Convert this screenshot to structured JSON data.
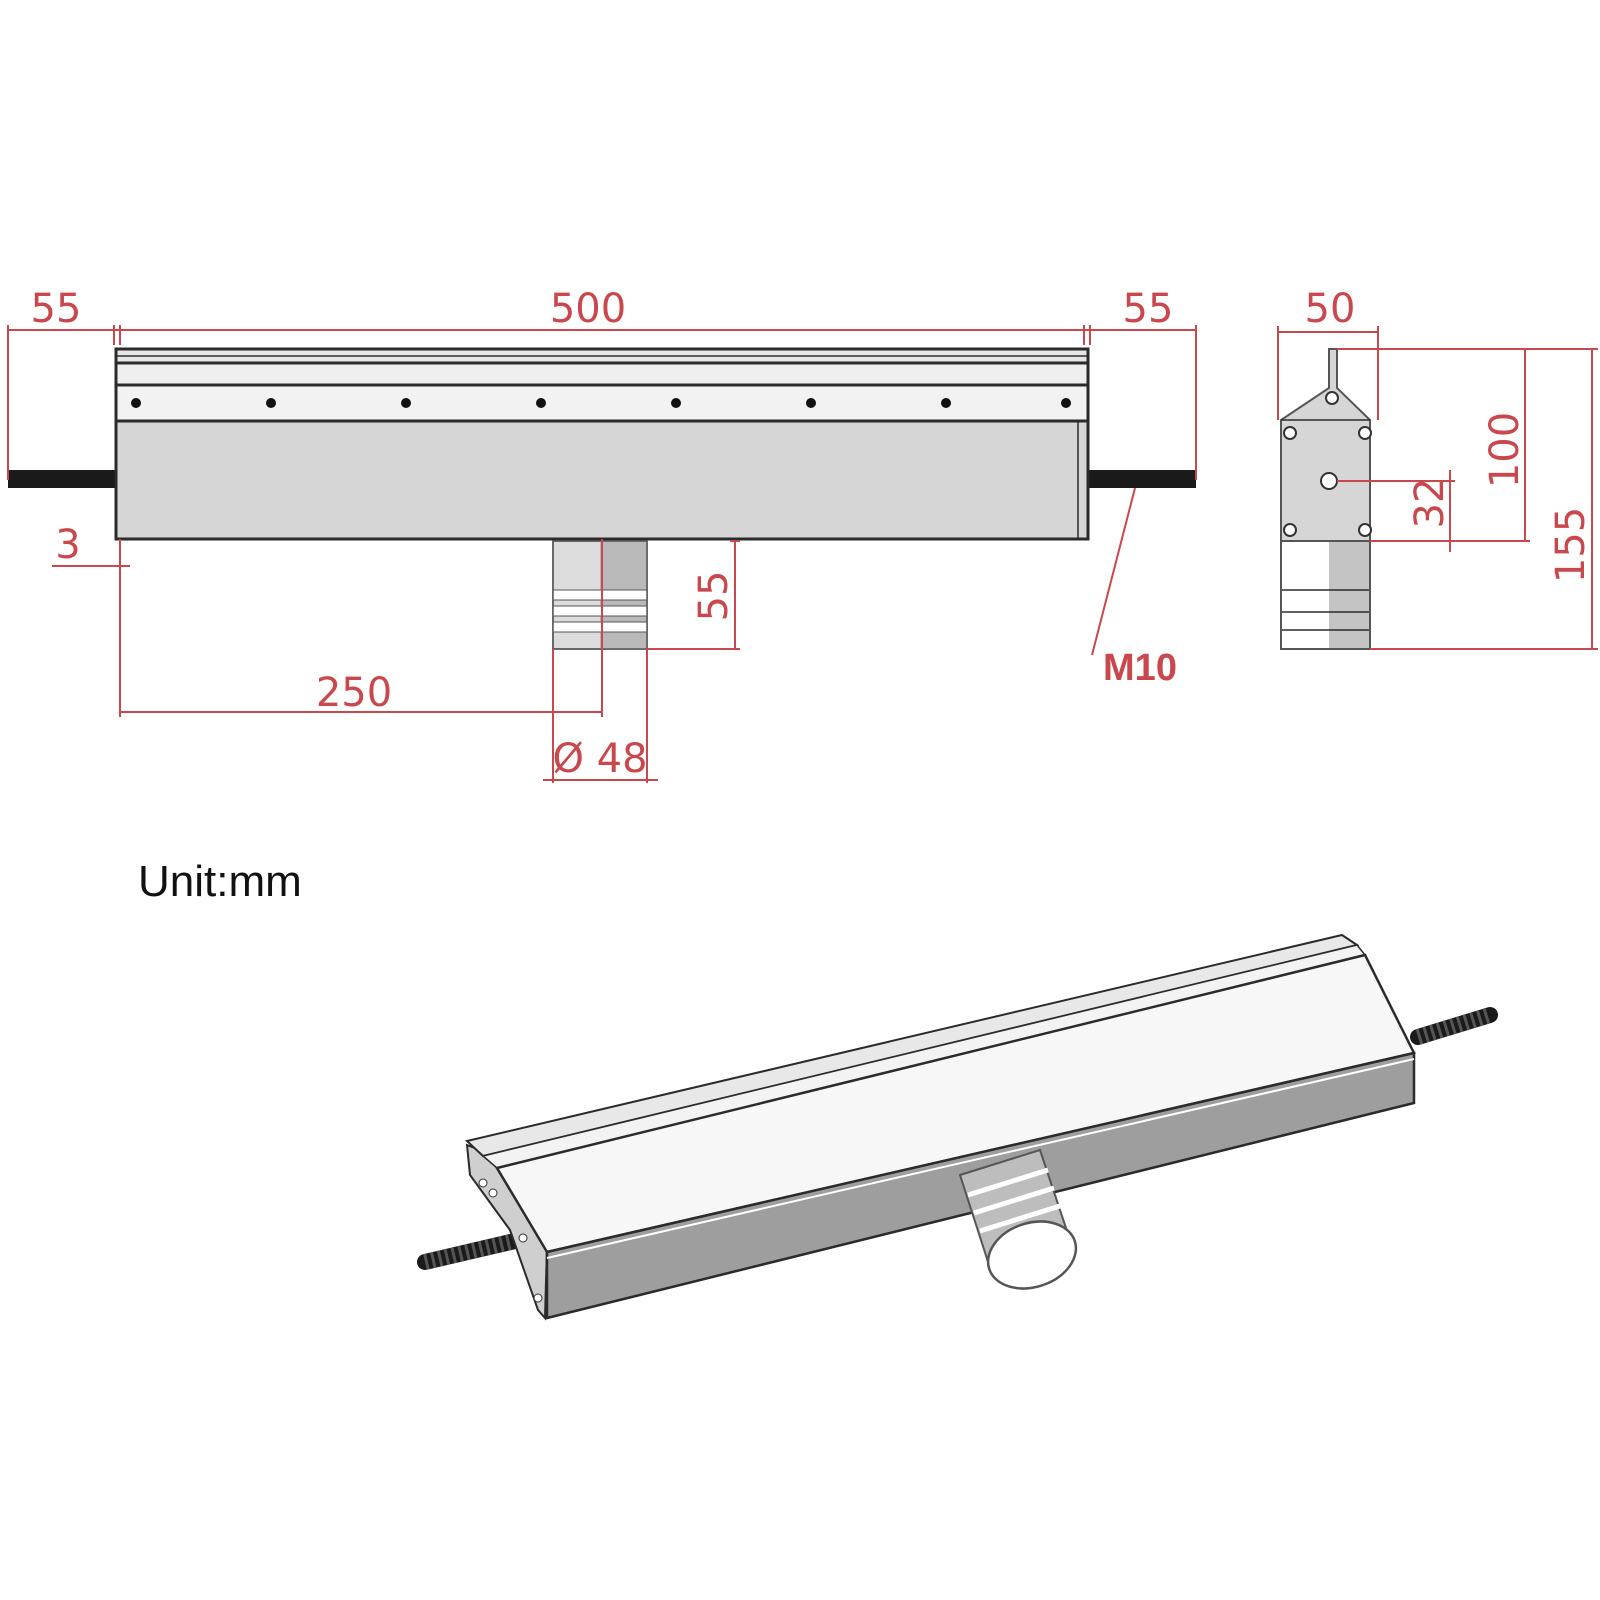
{
  "dimensions": {
    "left_rod_length": "55",
    "body_length": "500",
    "right_rod_length": "55",
    "side_width": "50",
    "lip_offset": "3",
    "outlet_height": "55",
    "outlet_position": "250",
    "outlet_diameter": "Ø 48",
    "height_to_mount": "100",
    "hole_to_body": "32",
    "total_height": "155",
    "thread": "M10"
  },
  "unit_label": "Unit:mm",
  "colors": {
    "dimension": "#c9484e",
    "body_fill": "#d6d6d6",
    "body_dark": "#9e9e9e",
    "outline": "#2b2b2b",
    "rod": "#1a1a1a",
    "text": "#111111"
  }
}
